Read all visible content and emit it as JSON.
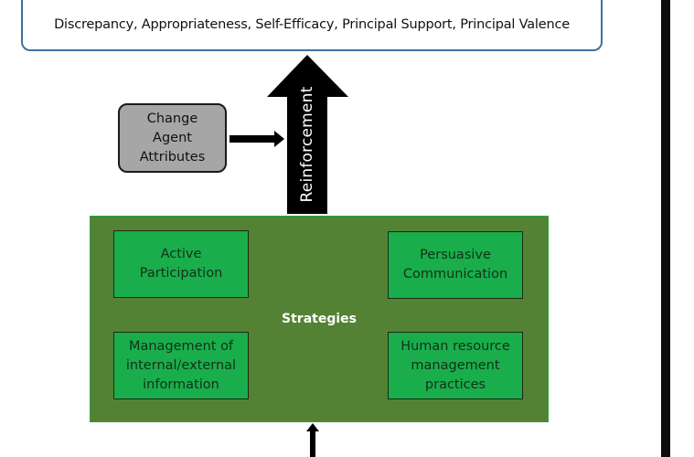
{
  "diagram": {
    "outcomes_box": {
      "text": "Discrepancy, Appropriateness, Self-Efficacy, Principal Support, Principal Valence"
    },
    "reinforcement_arrow": {
      "label": "Reinforcement"
    },
    "change_agent_box": {
      "lines": [
        "Change",
        "Agent",
        "Attributes"
      ]
    },
    "strategies_panel": {
      "label": "Strategies",
      "boxes": [
        {
          "lines": [
            "Active",
            "Participation"
          ]
        },
        {
          "lines": [
            "Persuasive",
            "Communication"
          ]
        },
        {
          "lines": [
            "Management of",
            "internal/external",
            "information"
          ]
        },
        {
          "lines": [
            "Human resource",
            "management",
            "practices"
          ]
        }
      ]
    },
    "colors": {
      "panel_green": "#548235",
      "box_green": "#19ae4b",
      "agent_gray": "#a6a6a6",
      "outline_blue": "#41719c",
      "arrow_black": "#000000"
    }
  }
}
